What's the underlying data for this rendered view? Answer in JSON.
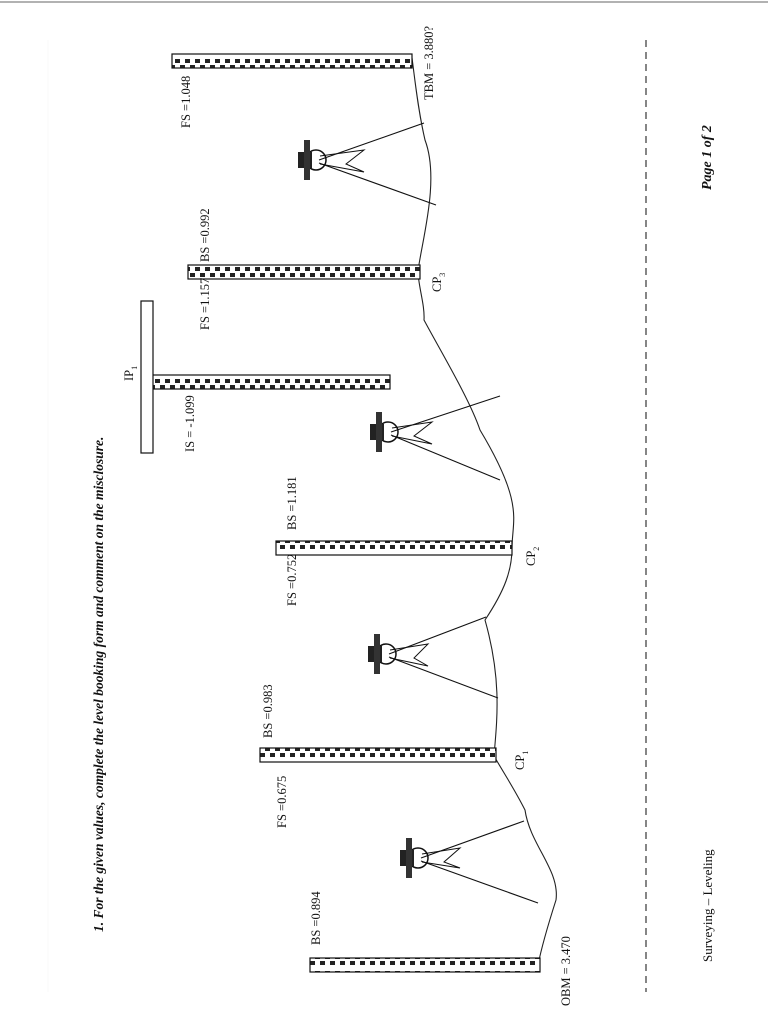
{
  "header": {
    "question": "1. For the given values, complete the level booking form and comment on the misclosure."
  },
  "footer": {
    "course": "Surveying – Leveling",
    "page": "Page 1 of 2"
  },
  "stations": {
    "obm": "OBM = 3.470",
    "cp1": "CP",
    "cp1_sub": "1",
    "cp2": "CP",
    "cp2_sub": "2",
    "cp3": "CP",
    "cp3_sub": "3",
    "ip1": "IP",
    "ip1_sub": "1",
    "tbm": "TBM = 3.880?"
  },
  "readings": {
    "bs1": "BS =0.894",
    "fs1": "FS =0.675",
    "bs2": "BS =0.983",
    "fs2": "FS =0.752",
    "bs3": "BS =1.181",
    "is1": "IS = -1.099",
    "fs3": "FS =1.157",
    "bs4": "BS =0.992",
    "fs4": "FS =1.048"
  },
  "staves": [
    "OBM",
    "CP1",
    "CP2",
    "IP1",
    "CP3",
    "TBM"
  ],
  "instruments": [
    "setup-1",
    "setup-2",
    "setup-3",
    "setup-4"
  ]
}
